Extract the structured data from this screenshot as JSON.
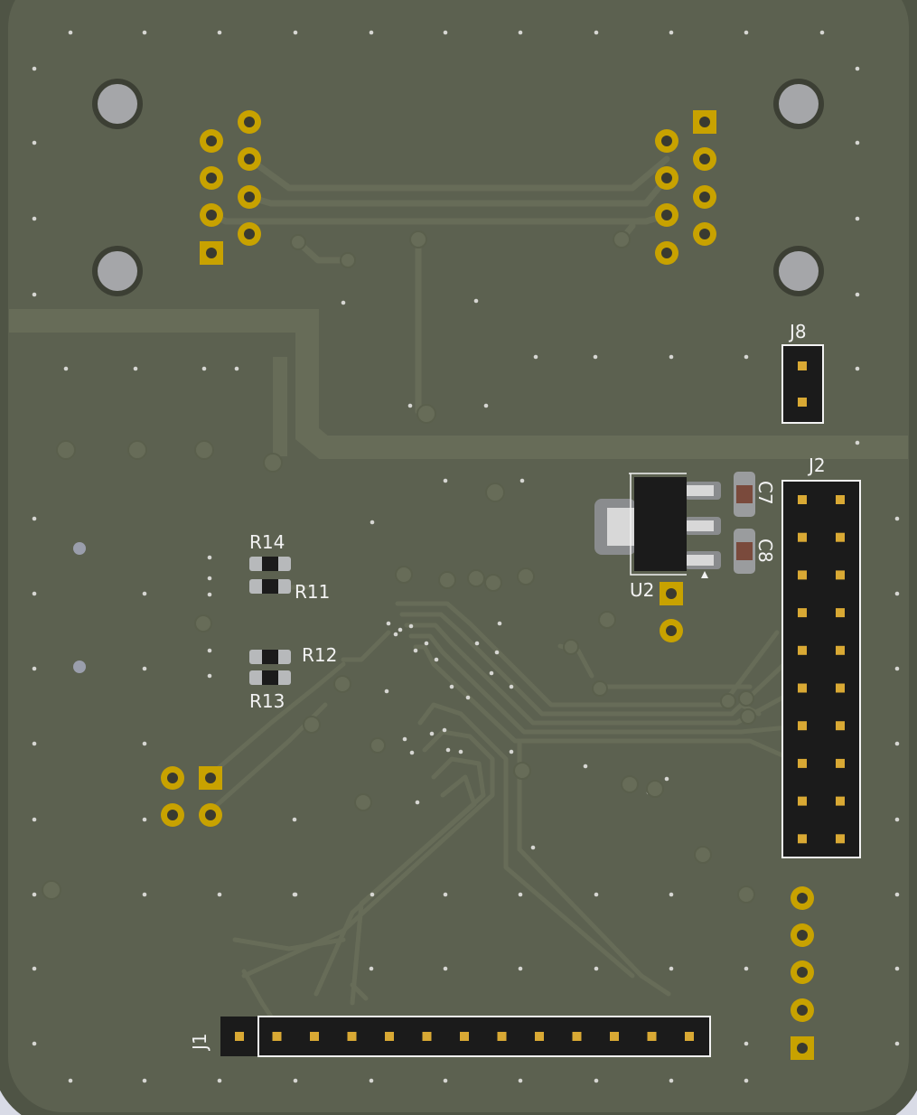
{
  "board": {
    "colors": {
      "background": "#d9dbe6",
      "substrate": "#5c6150",
      "substrate_edge": "#4f5445",
      "trace": "#676c58",
      "copper_pad": "#c8a200",
      "silkscreen": "#f2f2f2",
      "header_body": "#1b1b1b",
      "pin_gold": "#d9a934"
    },
    "labels": {
      "j8": "J8",
      "j2": "J2",
      "j1": "J1",
      "u2": "U2",
      "c7": "C7",
      "c8": "C8",
      "r14": "R14",
      "r11": "R11",
      "r12": "R12",
      "r13": "R13"
    },
    "mounting_holes": 4,
    "j1_pin_count": 13,
    "j2_pin_count": 20,
    "j8_pin_count": 2
  }
}
